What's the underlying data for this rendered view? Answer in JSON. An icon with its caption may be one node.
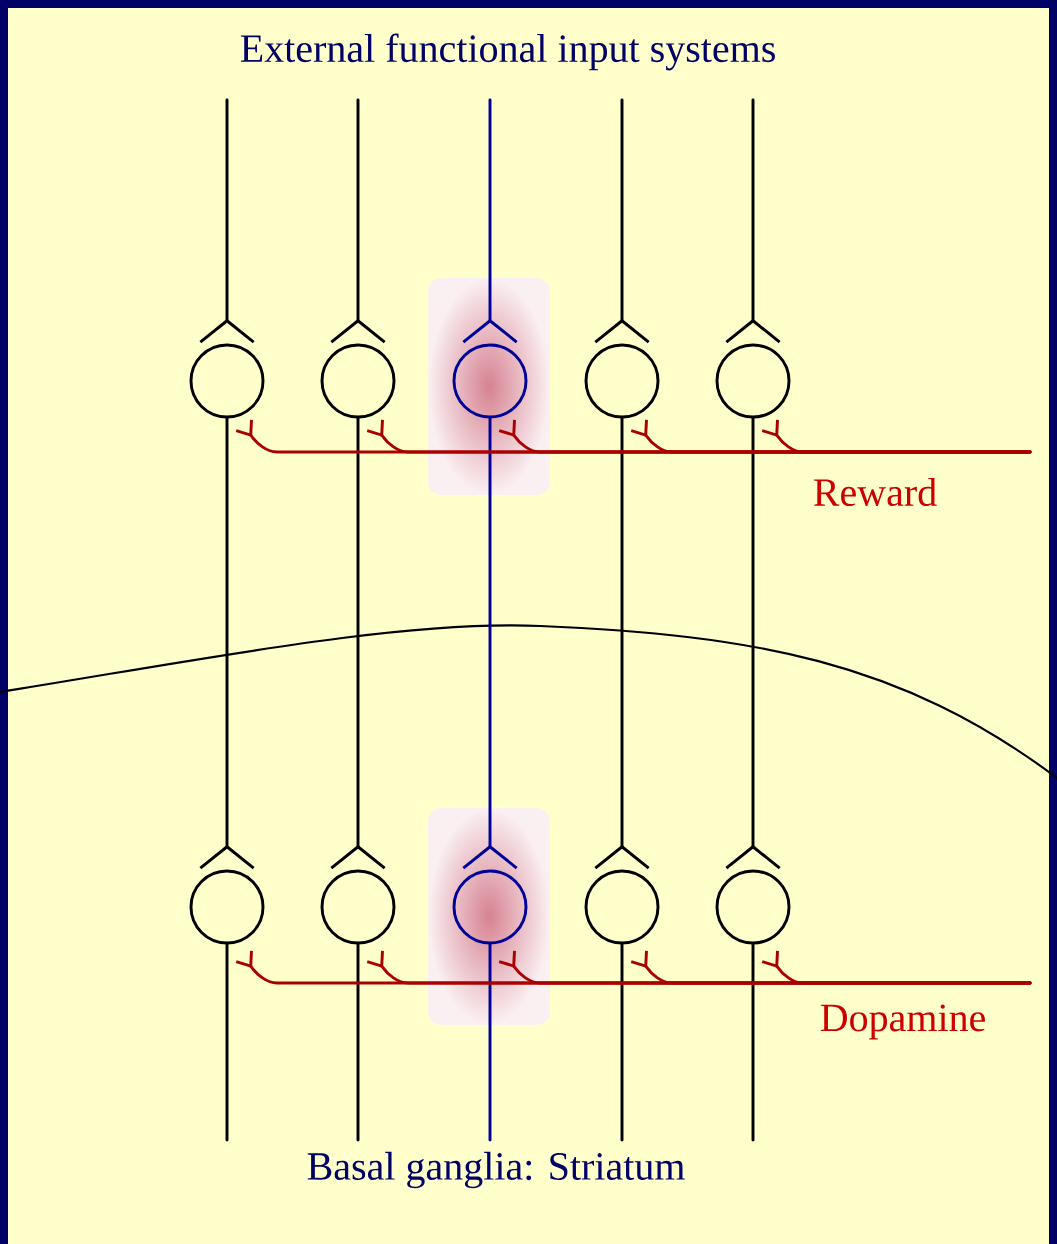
{
  "diagram": {
    "title": "External functional input systems",
    "nodes": [
      {
        "text": [],
        "shape": "circle"
      },
      {
        "text": [],
        "shape": "circle"
      },
      {
        "text": [],
        "shape": "circle"
      },
      {
        "text": [],
        "shape": "circle"
      },
      {
        "text": [],
        "shape": "circle"
      },
      {
        "text": [],
        "shape": "circle"
      },
      {
        "text": [],
        "shape": "circle"
      },
      {
        "text": [],
        "shape": "circle"
      },
      {
        "text": [],
        "shape": "circle"
      },
      {
        "text": [],
        "shape": "circle"
      }
    ],
    "edges": [
      {
        "from": null,
        "to": 0,
        "arrow": "other"
      },
      {
        "from": null,
        "to": 1,
        "arrow": "other"
      },
      {
        "from": null,
        "to": 2,
        "arrow": "other",
        "color": "#000099"
      },
      {
        "from": null,
        "to": 3,
        "arrow": "other"
      },
      {
        "from": null,
        "to": 4,
        "arrow": "other"
      },
      {
        "from": 0,
        "to": 5,
        "arrow": "other"
      },
      {
        "from": 1,
        "to": 6,
        "arrow": "other"
      },
      {
        "from": 2,
        "to": 7,
        "arrow": "other",
        "color": "#000099"
      },
      {
        "from": 3,
        "to": 8,
        "arrow": "other"
      },
      {
        "from": 4,
        "to": 9,
        "arrow": "other"
      },
      {
        "from": 5,
        "to": null,
        "arrow": "none"
      },
      {
        "from": 6,
        "to": null,
        "arrow": "none"
      },
      {
        "from": 7,
        "to": null,
        "arrow": "none",
        "color": "#000099"
      },
      {
        "from": 8,
        "to": null,
        "arrow": "none"
      },
      {
        "from": 9,
        "to": null,
        "arrow": "none"
      },
      {
        "from": null,
        "to": 0,
        "arrow": "other",
        "color": "#aa0000"
      },
      {
        "from": null,
        "to": 1,
        "arrow": "other",
        "color": "#aa0000"
      },
      {
        "from": null,
        "to": 2,
        "arrow": "other",
        "color": "#aa0000"
      },
      {
        "from": null,
        "to": 3,
        "arrow": "other",
        "color": "#aa0000"
      },
      {
        "from": null,
        "to": 4,
        "arrow": "other",
        "color": "#aa0000"
      },
      {
        "from": null,
        "to": 5,
        "arrow": "other",
        "color": "#aa0000"
      },
      {
        "from": null,
        "to": 6,
        "arrow": "other",
        "color": "#aa0000"
      },
      {
        "from": null,
        "to": 7,
        "arrow": "other",
        "color": "#aa0000"
      },
      {
        "from": null,
        "to": 8,
        "arrow": "other",
        "color": "#aa0000"
      },
      {
        "from": null,
        "to": 9,
        "arrow": "other",
        "color": "#aa0000"
      }
    ],
    "labels": [
      "Reward",
      "Dopamine",
      "Basal ganglia: Striatum"
    ]
  }
}
